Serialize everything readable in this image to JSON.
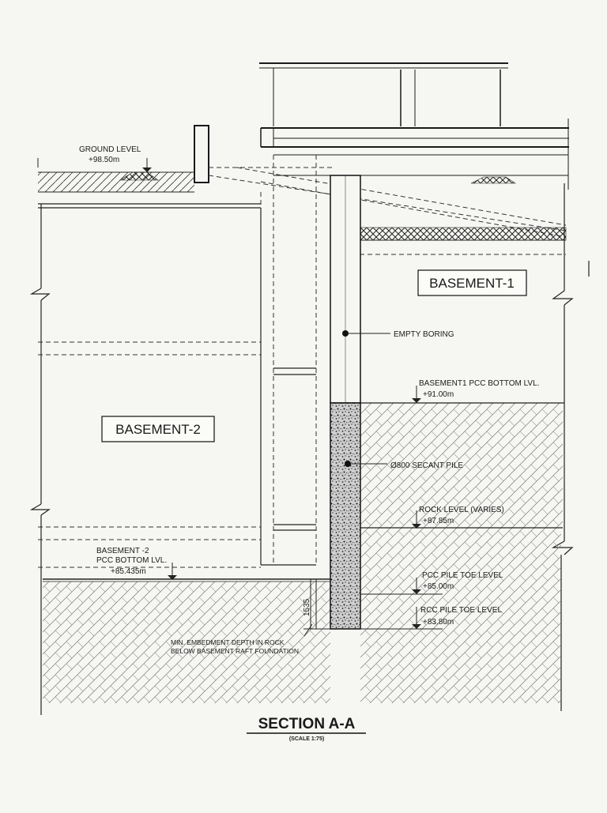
{
  "drawing": {
    "ground_level": "GROUND LEVEL",
    "ground_level_value": "+98.50m",
    "basement1_box": "BASEMENT-1",
    "basement2_box": "BASEMENT-2",
    "empty_boring": "EMPTY  BORING",
    "b1_pcc_label": "BASEMENT1  PCC  BOTTOM  LVL.",
    "b1_pcc_value": "+91.00m",
    "secant_pile": "Ø800  SECANT  PILE",
    "rock_level_label": "ROCK  LEVEL  (VARIES)",
    "rock_level_value": "+87.85m",
    "b2_pcc_line1": "BASEMENT  -2",
    "b2_pcc_line2": "PCC  BOTTOM  LVL.",
    "b2_pcc_value": "+85.435m",
    "pcc_pile_toe_label": "PCC  PILE  TOE  LEVEL",
    "pcc_pile_toe_value": "+85.00m",
    "rcc_pile_toe_label": "RCC  PILE  TOE  LEVEL",
    "rcc_pile_toe_value": "+83.80m",
    "embed_dim": "1535",
    "embed_note_line1": "MIN. EMBEDMENT DEPTH IN ROCK",
    "embed_note_line2": "BELOW BASEMENT RAFT FOUNDATION",
    "section_title": "SECTION A-A",
    "scale_note": "(SCALE  1:75)"
  }
}
